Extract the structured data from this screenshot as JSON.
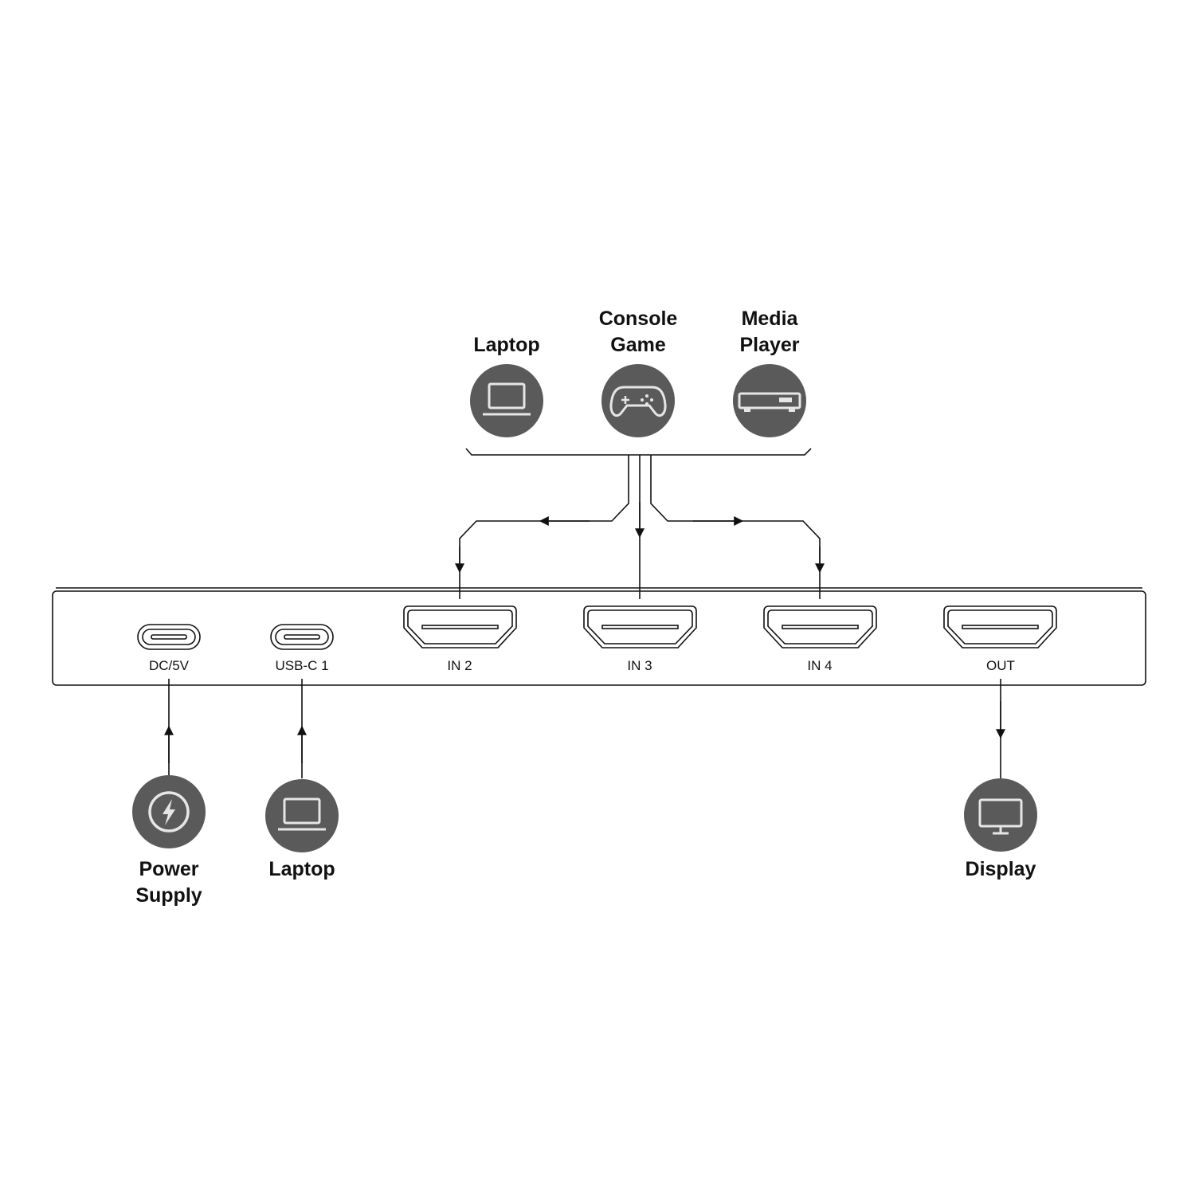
{
  "devices": {
    "top_laptop": {
      "line1": "Laptop"
    },
    "console": {
      "line1": "Console",
      "line2": "Game"
    },
    "media": {
      "line1": "Media",
      "line2": "Player"
    },
    "power": {
      "line1": "Power",
      "line2": "Supply"
    },
    "bottom_laptop": {
      "line1": "Laptop"
    },
    "display": {
      "line1": "Display"
    }
  },
  "ports": {
    "dc": "DC/5V",
    "usbc": "USB-C 1",
    "in2": "IN 2",
    "in3": "IN 3",
    "in4": "IN 4",
    "out": "OUT"
  },
  "colors": {
    "icon_circle": "#5a5a5a",
    "icon_glyph": "#e6e6e6",
    "line": "#111111"
  }
}
